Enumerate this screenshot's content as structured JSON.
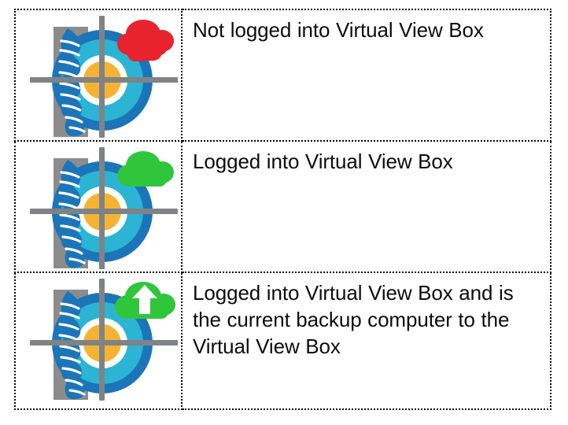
{
  "document": {
    "type": "legend-table",
    "title": "Virtual View Box status legend",
    "background_color": "#ffffff",
    "border_style": "dotted",
    "border_color": "#000000",
    "text_color": "#0d0d0d"
  },
  "palette": {
    "cloud_red": "#E8232E",
    "cloud_green": "#2FC63C",
    "ring_outer_blue": "#1C75B9",
    "ring_cyan": "#2BB4D4",
    "ring_white": "#FFFFFF",
    "center_orange": "#F6B333",
    "crosshair_gray": "#7F8386",
    "plate_gray": "#8C8C8C",
    "spine_blue": "#1C75B9",
    "spine_white": "#FFFFFF",
    "arrow_white": "#FFFFFF"
  },
  "rows": [
    {
      "id": "not-logged-in",
      "icon": {
        "name": "virtual-view-box-status-icon-red-cloud",
        "base": "spine-target-icon",
        "badge": "cloud-icon",
        "badge_color": "#E8232E",
        "badge_glyph": "none"
      },
      "text": "Not logged into Virtual View Box"
    },
    {
      "id": "logged-in",
      "icon": {
        "name": "virtual-view-box-status-icon-green-cloud",
        "base": "spine-target-icon",
        "badge": "cloud-icon",
        "badge_color": "#2FC63C",
        "badge_glyph": "none"
      },
      "text": "Logged into Virtual View Box"
    },
    {
      "id": "logged-in-backup",
      "icon": {
        "name": "virtual-view-box-status-icon-green-cloud-upload",
        "base": "spine-target-icon",
        "badge": "cloud-upload-icon",
        "badge_color": "#2FC63C",
        "badge_glyph": "arrow-up"
      },
      "text": "Logged into Virtual View Box and is the current backup computer to the Virtual View Box"
    }
  ]
}
